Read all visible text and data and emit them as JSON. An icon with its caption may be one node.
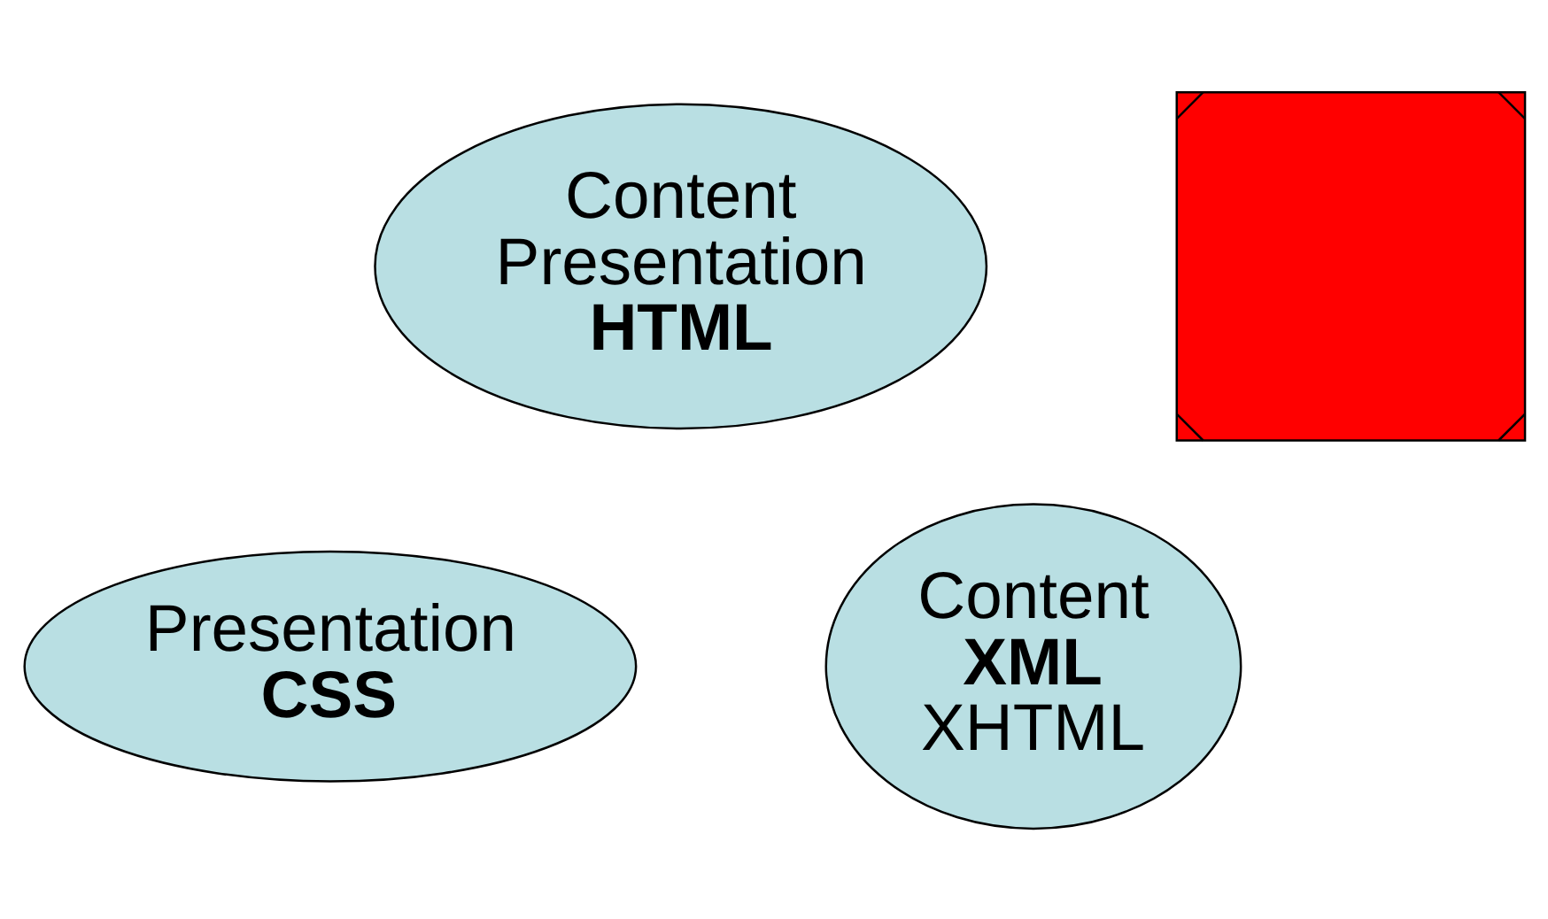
{
  "diagram": {
    "nodes": [
      {
        "text": [
          "Content",
          "Presentation",
          "HTML"
        ]
      },
      {
        "text": [],
        "shape": "cross"
      },
      {
        "text": [
          "Presentation",
          "CSS"
        ]
      },
      {
        "text": [
          "Content",
          "XML",
          "XHTML"
        ]
      }
    ]
  }
}
